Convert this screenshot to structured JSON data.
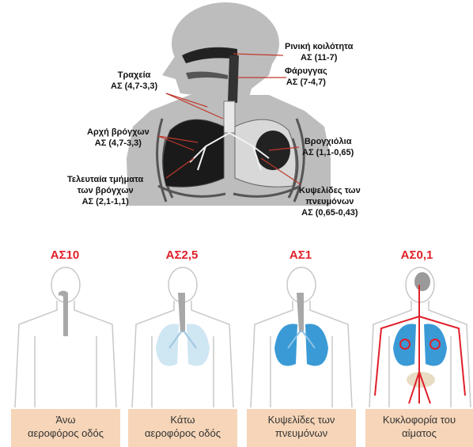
{
  "top_diagram": {
    "labels": {
      "nasal": [
        "Ρινική κοιλότητα",
        "ΑΣ (11-7)"
      ],
      "pharynx": [
        "Φάρυγγας",
        "ΑΣ (7-4,7)"
      ],
      "trachea": [
        "Τραχεία",
        "ΑΣ (4,7-3,3)"
      ],
      "bronchi_start": [
        "Αρχή βρόγχων",
        "ΑΣ (4,7-3,3)"
      ],
      "bronchioles": [
        "Βρογχιόλια",
        "ΑΣ (1,1-0,65)"
      ],
      "bronchi_end": [
        "Τελευταία τμήματα",
        "των βρόγχων",
        "ΑΣ (2,1-1,1)"
      ],
      "alveoli": [
        "Κυψελίδες των",
        "πνευμόνων",
        "ΑΣ (0,65-0,43)"
      ]
    }
  },
  "panels": [
    {
      "ps_label": "ΑΣ10",
      "caption": [
        "Άνω",
        "αεροφόρος οδός"
      ]
    },
    {
      "ps_label": "ΑΣ2,5",
      "caption": [
        "Κάτω",
        "αεροφόρος οδός"
      ]
    },
    {
      "ps_label": "ΑΣ1",
      "caption": [
        "Κυψελίδες των",
        "πνευμόνων"
      ]
    },
    {
      "ps_label": "ΑΣ0,1",
      "caption": [
        "Κυκλοφορία του",
        "αίματος"
      ]
    }
  ],
  "colors": {
    "accent_red": "#e0202a",
    "caption_bg": "#f6d5b8",
    "lung_blue": "#3a9ad6"
  }
}
